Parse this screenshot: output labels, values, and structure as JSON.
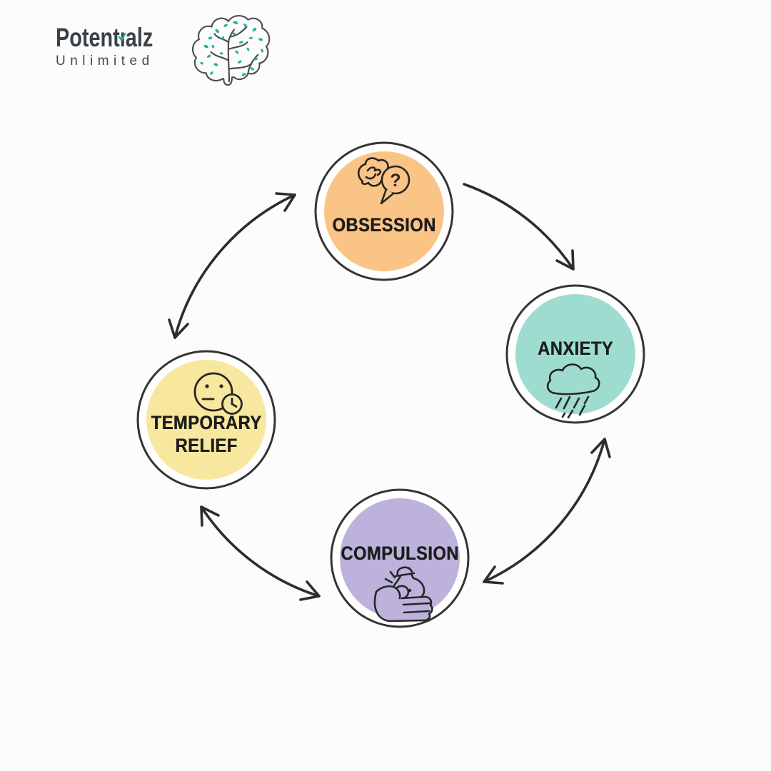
{
  "logo": {
    "brand": {
      "full": "Potentialz",
      "part1": "Potent",
      "letter_i": "ı",
      "part2": "alz"
    },
    "subtitle": "Unlimited",
    "colors": {
      "text": "#3b4147",
      "accent": "#23b2a4",
      "brain_outline": "#4d4d4d"
    }
  },
  "cycle": {
    "nodes": {
      "obsession": {
        "label": "OBSESSION",
        "fill": "#fbc487",
        "icon": "tangled-thought-question-bubble",
        "bubble_question_mark": "?"
      },
      "anxiety": {
        "label": "ANXIETY",
        "fill": "#9fdcd0",
        "icon": "rain-cloud"
      },
      "compulsion": {
        "label": "COMPULSION",
        "fill": "#bcb2dc",
        "icon": "hand-washing-soap"
      },
      "temporary_relief": {
        "full_label": "TEMPORARY RELIEF",
        "label_line1": "TEMPORARY",
        "label_line2": "RELIEF",
        "fill": "#f8e79e",
        "icon": "neutral-face-clock"
      }
    },
    "connections": [
      {
        "from": "temporary_relief",
        "to": "obsession",
        "style": "double-arrow"
      },
      {
        "from": "obsession",
        "to": "anxiety",
        "style": "single-arrow"
      },
      {
        "from": "anxiety",
        "to": "compulsion",
        "style": "double-arrow"
      },
      {
        "from": "compulsion",
        "to": "temporary_relief",
        "style": "double-arrow"
      }
    ],
    "arrow_color": "#2d2d2d",
    "node_outline_color": "#343434",
    "label_color": "#1d1d1d"
  }
}
